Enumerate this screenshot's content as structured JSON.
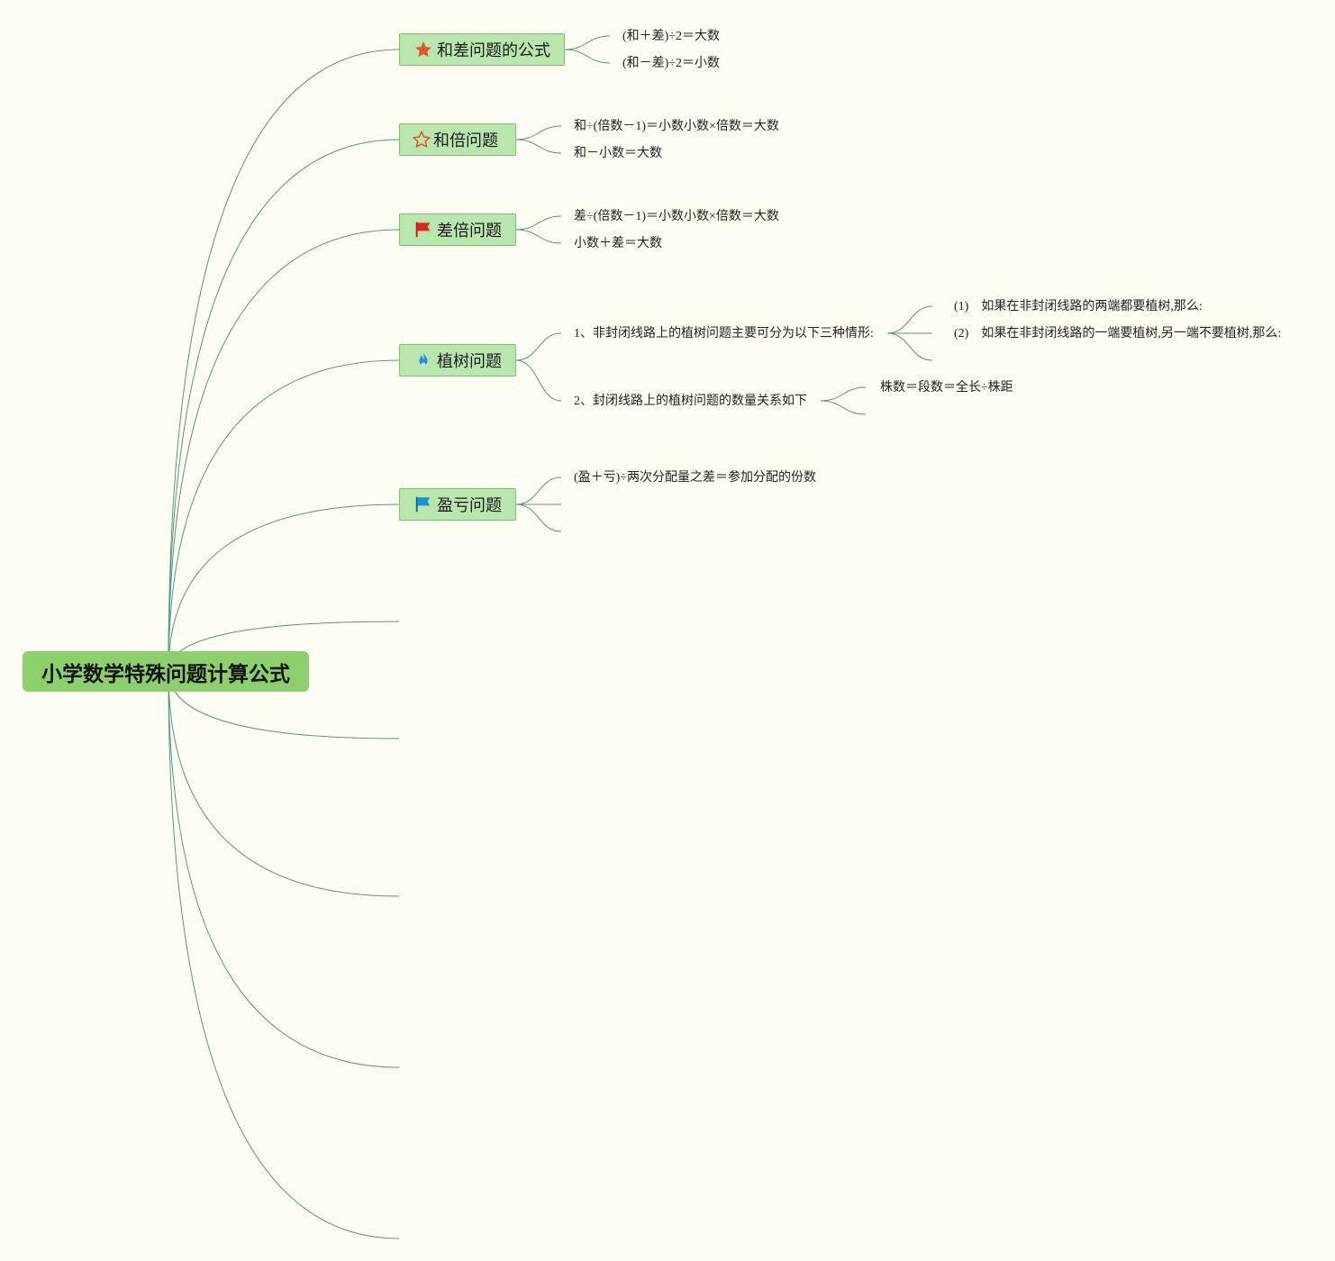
{
  "root": {
    "label": "小学数学特殊问题计算公式"
  },
  "topics": [
    {
      "label": "和差问题的公式",
      "icon": "star-filled-icon",
      "icon_color": "#e2542c",
      "children": [
        "(和＋差)÷2＝大数",
        "(和－差)÷2＝小数"
      ]
    },
    {
      "label": "和倍问题",
      "icon": "star-outline-icon",
      "icon_color": "#e2542c",
      "children": [
        "和÷(倍数－1)＝小数小数×倍数＝大数",
        "和－小数＝大数"
      ]
    },
    {
      "label": "差倍问题",
      "icon": "red-flag-icon",
      "icon_color": "#e0271d",
      "children": [
        "差÷(倍数－1)＝小数小数×倍数＝大数",
        "小数＋差＝大数"
      ]
    },
    {
      "label": "植树问题",
      "icon": "fire-icon",
      "icon_color": "#2a8ee0",
      "children": [
        {
          "label": "1、非封闭线路上的植树问题主要可分为以下三种情形:",
          "children": [
            "(1)　如果在非封闭线路的两端都要植树,那么:",
            "(2)　如果在非封闭线路的一端要植树,另一端不要植树,那么:"
          ]
        },
        {
          "label": "2、封闭线路上的植树问题的数量关系如下",
          "children": [
            "株数＝段数＝全长÷株距"
          ]
        }
      ]
    },
    {
      "label": "盈亏问题",
      "icon": "blue-flag-icon",
      "icon_color": "#1f8fd6",
      "children": [
        "(盈＋亏)÷两次分配量之差＝参加分配的份数"
      ]
    }
  ],
  "colors": {
    "background": "#fffdf3",
    "topic_fill": "#b9e6ad",
    "topic_border": "#7fbf72",
    "root_fill": "#8ccf6c",
    "connector": "#4f9a7e"
  }
}
